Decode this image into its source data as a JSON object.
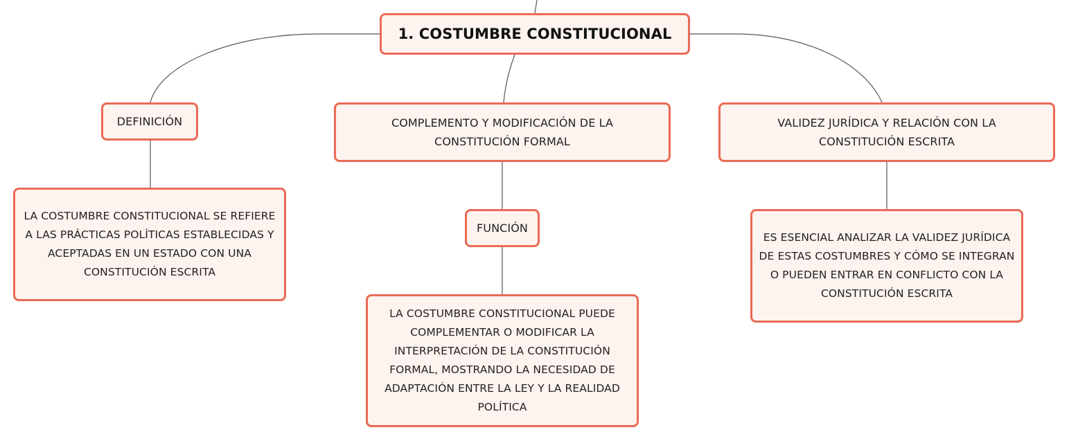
{
  "colors": {
    "node_border": "#ea6a55",
    "node_fill": "#fdf3ef",
    "connector": "#555555",
    "text": "#222222"
  },
  "root": {
    "label": "1. COSTUMBRE CONSTITUCIONAL"
  },
  "branches": [
    {
      "label": "DEFINICIÓN",
      "child": "LA COSTUMBRE CONSTITUCIONAL SE REFIERE A LAS PRÁCTICAS POLÍTICAS ESTABLECIDAS Y ACEPTADAS EN UN ESTADO CON UNA CONSTITUCIÓN ESCRITA"
    },
    {
      "label": "COMPLEMENTO Y MODIFICACIÓN DE LA CONSTITUCIÓN FORMAL",
      "sub": {
        "label": "FUNCIÓN",
        "child": "LA COSTUMBRE CONSTITUCIONAL PUEDE COMPLEMENTAR O MODIFICAR LA INTERPRETACIÓN DE LA CONSTITUCIÓN FORMAL, MOSTRANDO LA NECESIDAD DE ADAPTACIÓN ENTRE LA LEY Y LA REALIDAD POLÍTICA"
      }
    },
    {
      "label": "VALIDEZ JURÍDICA Y RELACIÓN CON LA CONSTITUCIÓN ESCRITA",
      "child": "ES ESENCIAL ANALIZAR LA VALIDEZ JURÍDICA DE ESTAS COSTUMBRES Y CÓMO SE INTEGRAN O PUEDEN ENTRAR EN CONFLICTO CON LA CONSTITUCIÓN ESCRITA"
    }
  ]
}
